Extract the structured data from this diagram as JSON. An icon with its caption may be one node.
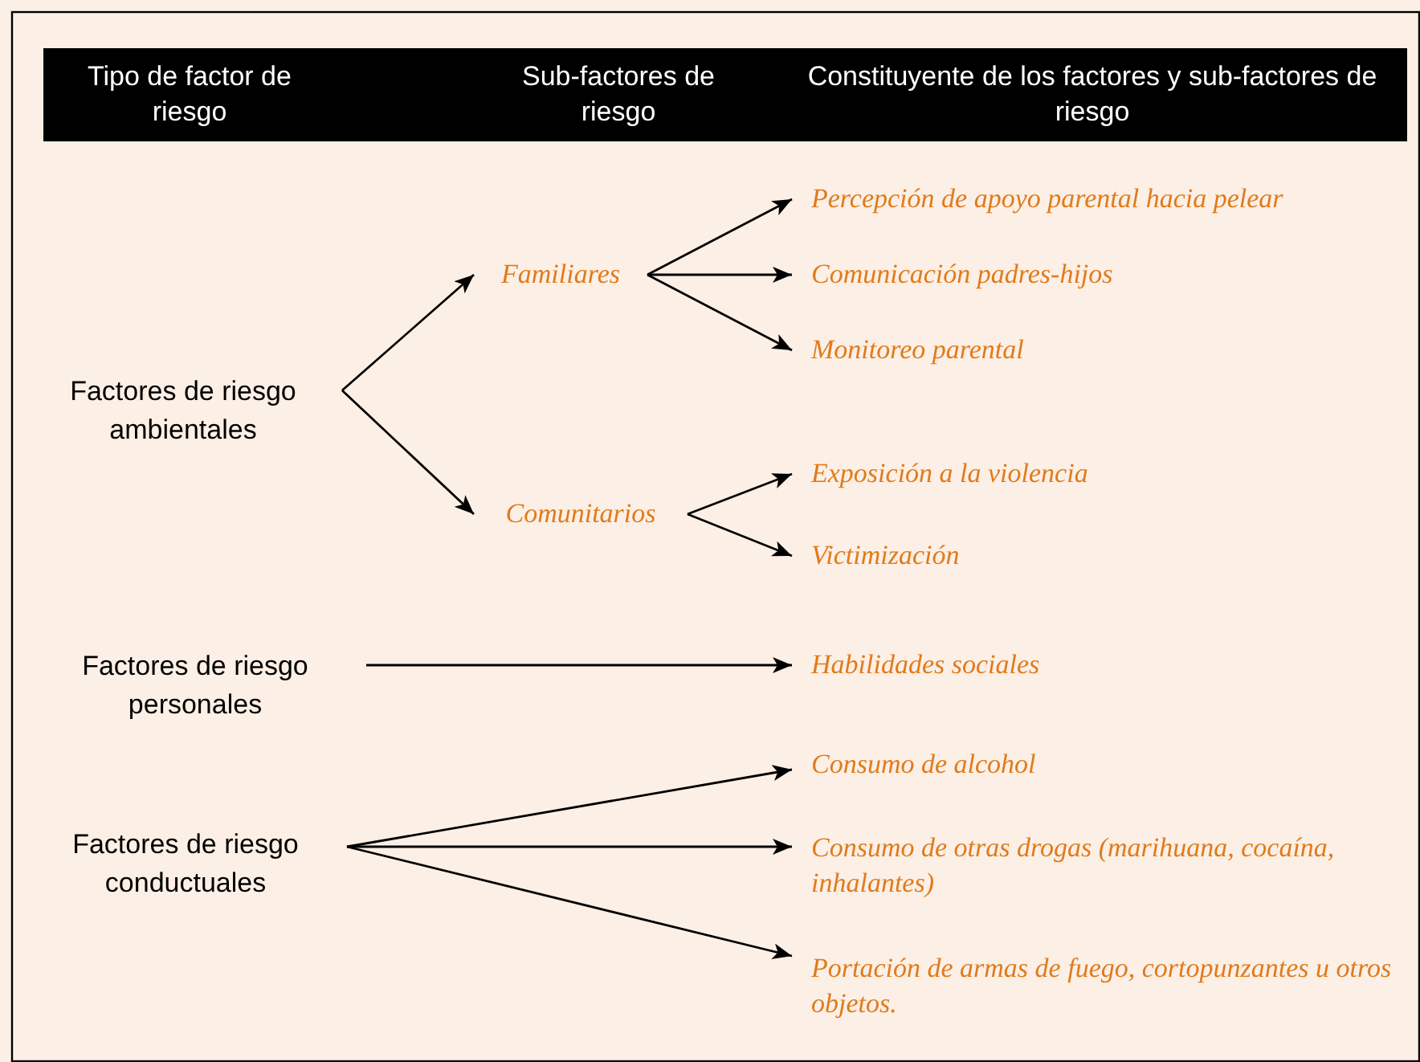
{
  "diagram": {
    "nodes": [
      {
        "text": [
          "Factores de riesgo ambientales"
        ]
      },
      {
        "text": [
          "Familiares"
        ]
      },
      {
        "text": [
          "Comunitarios"
        ]
      },
      {
        "text": [
          "Percepción de apoyo parental hacia pelear"
        ]
      },
      {
        "text": [
          "Comunicación padres-hijos"
        ]
      },
      {
        "text": [
          "Monitoreo parental"
        ]
      },
      {
        "text": [
          "Exposición a la violencia"
        ]
      },
      {
        "text": [
          "Victimización"
        ]
      },
      {
        "text": [
          "Factores de riesgo personales"
        ]
      },
      {
        "text": [
          "Habilidades sociales"
        ]
      },
      {
        "text": [
          "Factores de riesgo conductuales"
        ]
      },
      {
        "text": [
          "Consumo de alcohol"
        ]
      },
      {
        "text": [
          "Consumo de otras drogas (marihuana, cocaína, inhalantes)"
        ]
      },
      {
        "text": [
          "Portación de armas de fuego, cortopunzantes u otros objetos."
        ]
      }
    ],
    "edges": [
      {
        "from": 0,
        "to": 1,
        "arrow": "to"
      },
      {
        "from": 0,
        "to": 2,
        "arrow": "to"
      },
      {
        "from": 1,
        "to": 3,
        "arrow": "to"
      },
      {
        "from": 1,
        "to": 4,
        "arrow": "to"
      },
      {
        "from": 1,
        "to": 5,
        "arrow": "to"
      },
      {
        "from": 2,
        "to": 6,
        "arrow": "to"
      },
      {
        "from": 2,
        "to": 7,
        "arrow": "to"
      },
      {
        "from": 8,
        "to": 9,
        "arrow": "to"
      },
      {
        "from": 10,
        "to": 11,
        "arrow": "to"
      },
      {
        "from": 10,
        "to": 12,
        "arrow": "to"
      },
      {
        "from": 10,
        "to": 13,
        "arrow": "to"
      }
    ],
    "labels": [
      "Tipo de factor de riesgo",
      "Sub-factores de riesgo",
      "Constituyente de los factores y sub-factores de riesgo"
    ]
  }
}
